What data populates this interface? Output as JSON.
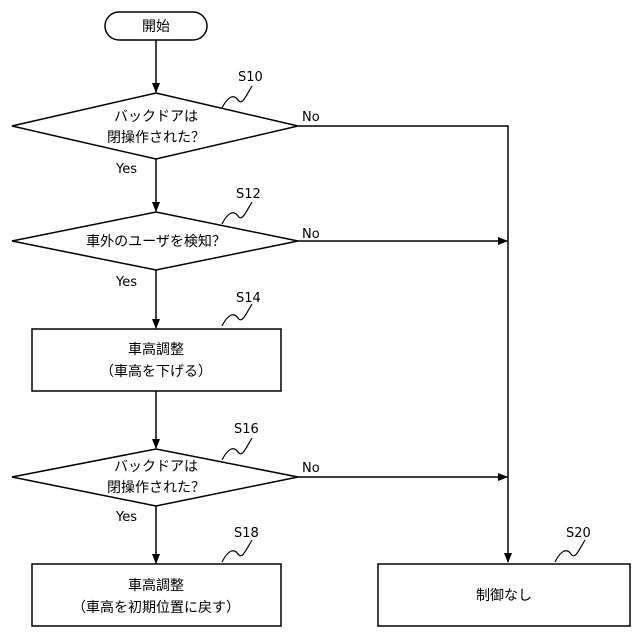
{
  "start": {
    "label": "開始"
  },
  "decision1": {
    "step": "S10",
    "line1": "バックドアは",
    "line2": "閉操作された？",
    "yes": "Yes",
    "no": "No"
  },
  "decision2": {
    "step": "S12",
    "line1": "車外のユーザを検知？",
    "yes": "Yes",
    "no": "No"
  },
  "process1": {
    "step": "S14",
    "line1": "車高調整",
    "line2": "（車高を下げる）"
  },
  "decision3": {
    "step": "S16",
    "line1": "バックドアは",
    "line2": "閉操作された？",
    "yes": "Yes",
    "no": "No"
  },
  "process2": {
    "step": "S18",
    "line1": "車高調整",
    "line2": "（車高を初期位置に戻す）"
  },
  "process3": {
    "step": "S20",
    "line1": "制御なし"
  }
}
